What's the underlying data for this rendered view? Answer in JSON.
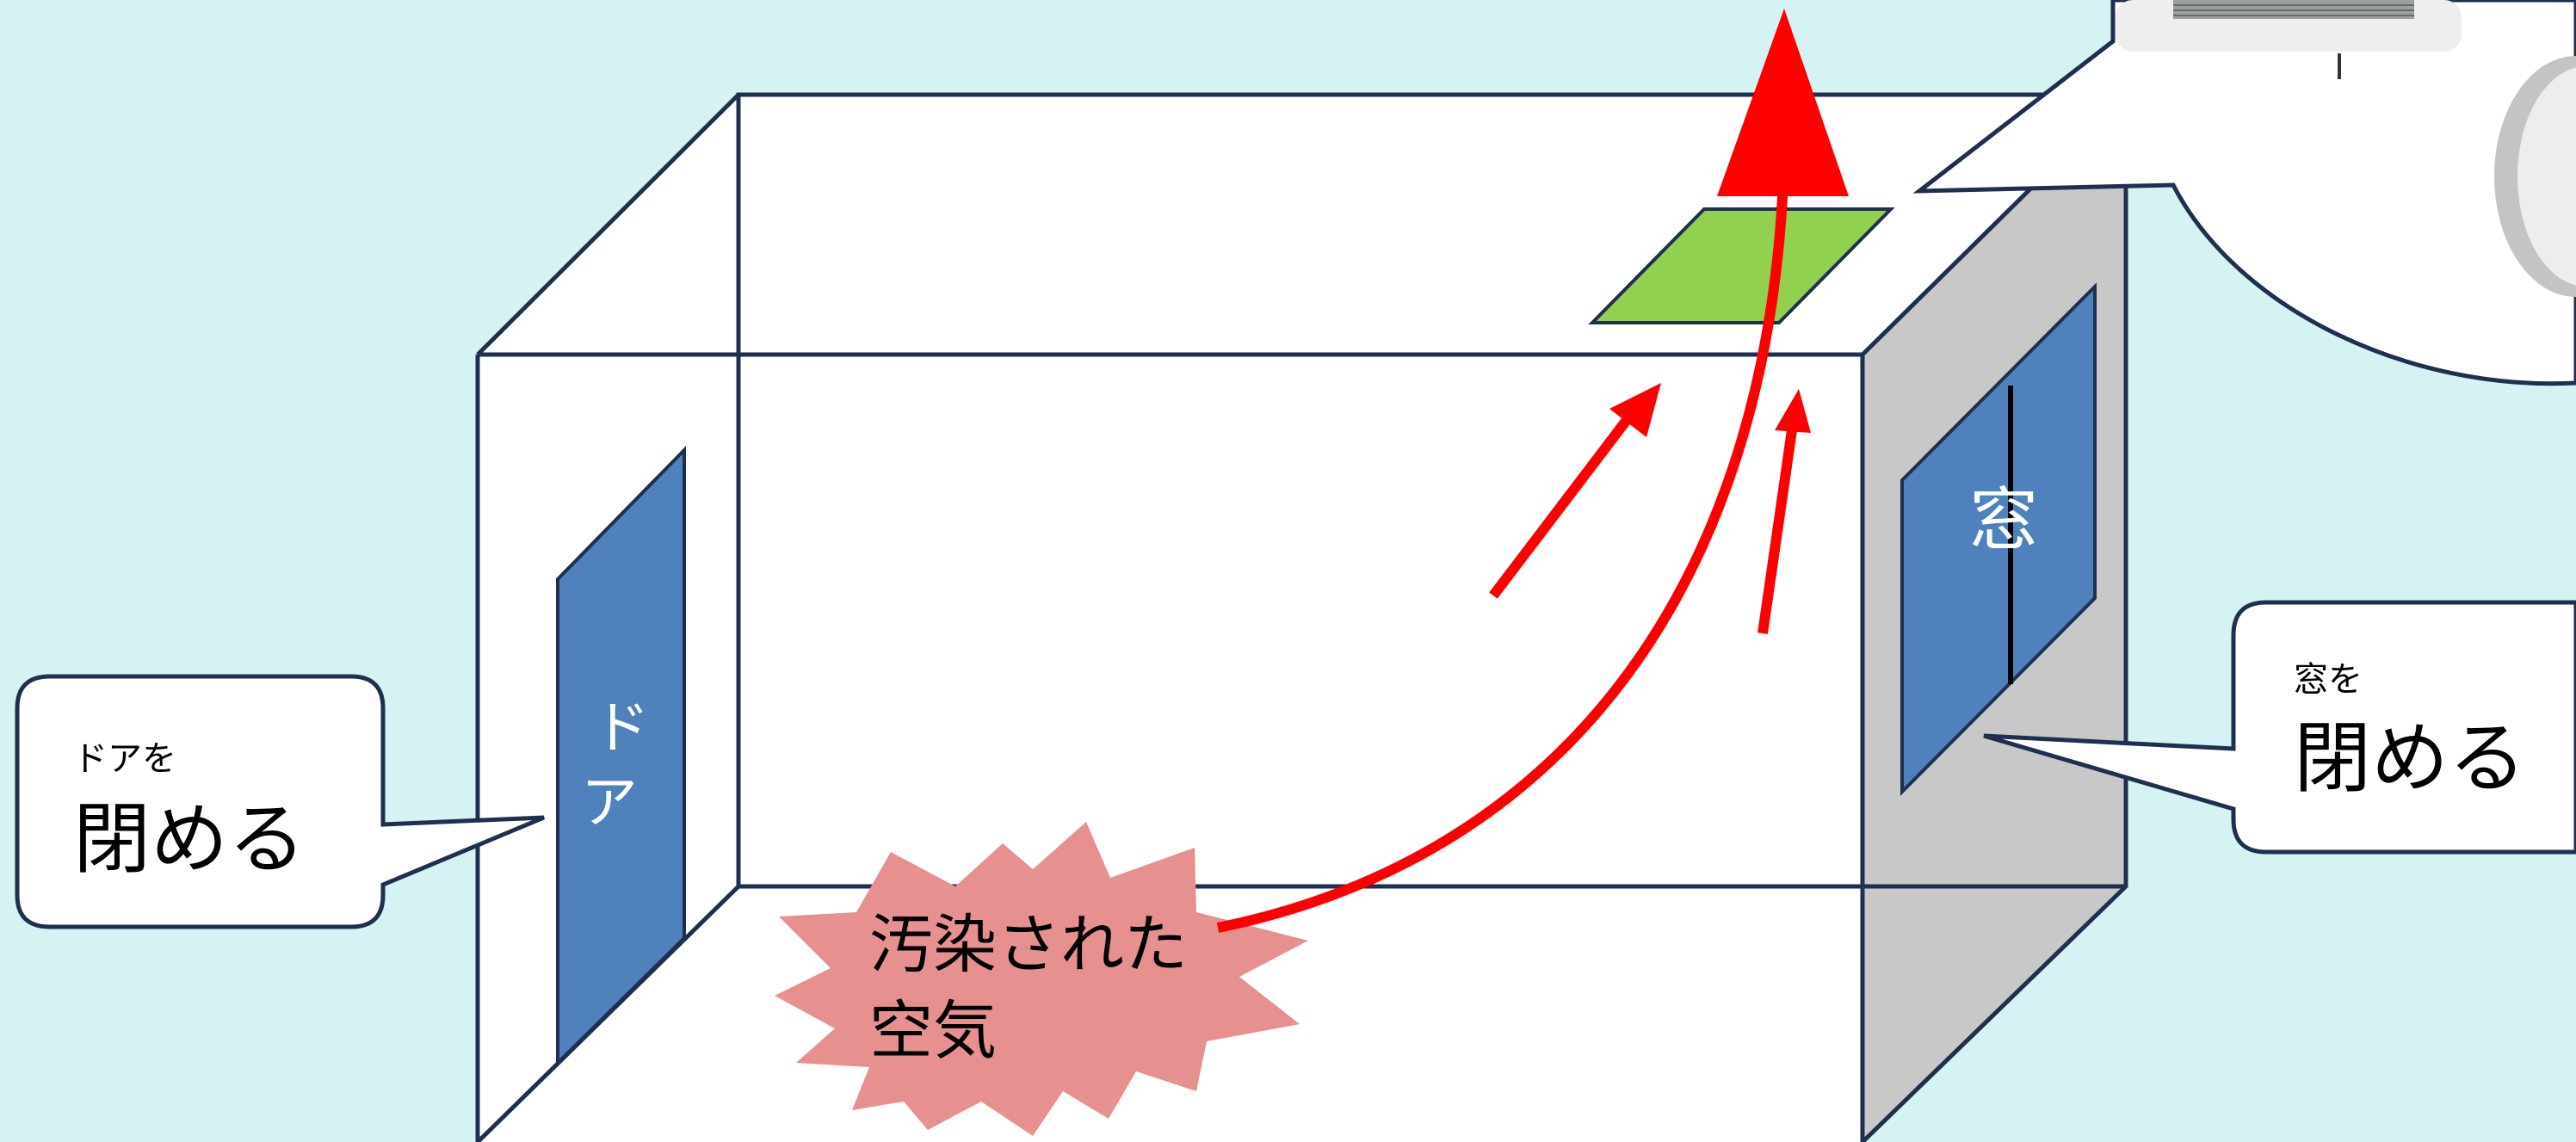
{
  "door": {
    "label_line1": "ド",
    "label_line2": "ア"
  },
  "window": {
    "label": "窓"
  },
  "contaminated_air": {
    "line1": "汚染された",
    "line2": "空気"
  },
  "callout_door": {
    "small_text": "ドアを",
    "large_text": "閉める"
  },
  "callout_window": {
    "small_text": "窓を",
    "large_text": "閉める"
  },
  "colors": {
    "background": "#d5f3f3",
    "room_edge": "#1f2f4f",
    "door_window_fill": "#4f81bd",
    "side_wall_fill": "#c8c8c8",
    "vent_fill": "#92d050",
    "arrow_red": "#ff0000",
    "burst_fill": "#e6908f"
  }
}
